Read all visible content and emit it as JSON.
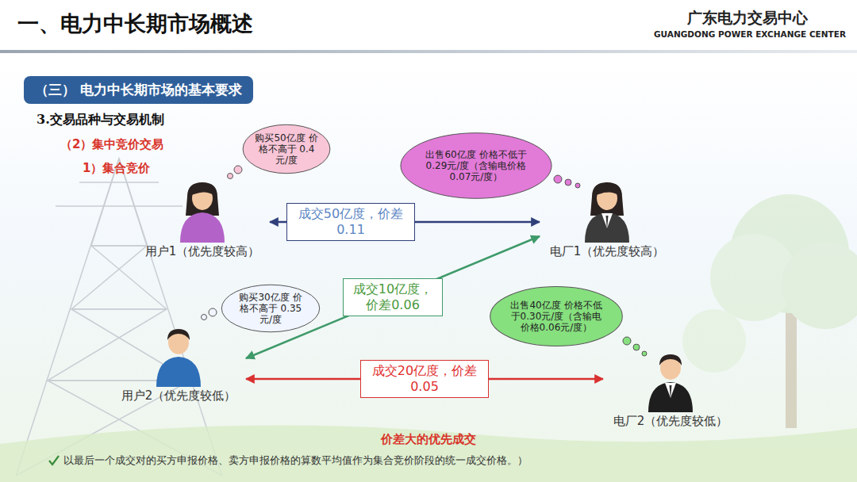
{
  "diagram": {
    "title": "一、电力中长期市场概述",
    "nodes": [
      {
        "text": [
          "（三） 电力中长期市场的基本要求"
        ]
      },
      {
        "text": [
          "购买50亿度 价格不高于 0.4元/度"
        ]
      },
      {
        "text": [
          "出售60亿度 价格不低于0.29元/度（含输电价格0.07元/度）"
        ]
      },
      {
        "text": [
          "用户1（优先度较高）"
        ]
      },
      {
        "text": [
          "电厂1（优先度较高）"
        ]
      },
      {
        "text": [
          "购买30亿度 价格不高于 0.35元/度"
        ]
      },
      {
        "text": [
          "出售40亿度 价格不低于0.30元/度（含输电价格0.06元/度）"
        ]
      },
      {
        "text": [
          "用户2（优先度较低）"
        ]
      },
      {
        "text": [
          "电厂2（优先度较低）"
        ]
      }
    ],
    "edges": [
      {
        "from": 3,
        "to": 4,
        "label": "成交50亿度，价差0.11",
        "arrow": "both"
      },
      {
        "from": 7,
        "to": 4,
        "label": "成交10亿度，价差0.06",
        "arrow": "both"
      },
      {
        "from": 7,
        "to": 8,
        "label": "成交20亿度，价差0.05",
        "arrow": "both"
      }
    ],
    "labels": [
      "广东电力交易中心",
      "GUANGDONG POWER EXCHANGE CENTER",
      "3.交易品种与交易机制",
      "（2）集中竞价交易",
      "1）集合竞价",
      "价差大的优先成交",
      "以最后一个成交对的买方申报价格、卖方申报价格的算数平均值作为集合竞价阶段的统一成交价格。）"
    ]
  }
}
